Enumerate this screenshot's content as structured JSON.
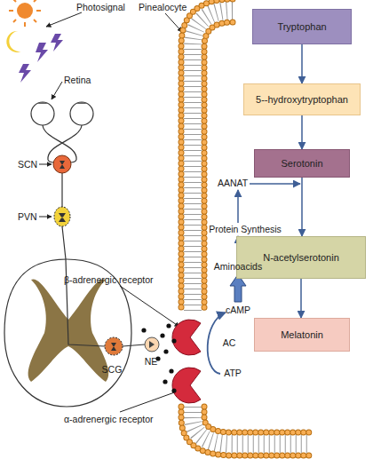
{
  "diagram": {
    "nodes": [
      {
        "text": [
          "Tryptophan"
        ]
      },
      {
        "text": [
          "5--hydroxytryptophan"
        ]
      },
      {
        "text": [
          "Serotonin"
        ]
      },
      {
        "text": [
          "N-acetylserotonin"
        ]
      },
      {
        "text": [
          "Melatonin"
        ]
      }
    ],
    "edges": [
      {
        "from": 0,
        "to": 1,
        "arrow": "to"
      },
      {
        "from": 1,
        "to": 2,
        "arrow": "to"
      },
      {
        "from": 2,
        "to": 3,
        "arrow": "to"
      },
      {
        "from": 3,
        "to": 4,
        "arrow": "to"
      }
    ],
    "labels": [
      "Photosignal",
      "Pinealocyte",
      "Retina",
      "SCN",
      "PVN",
      "SCG",
      "NE",
      "β-adrenergic receptor",
      "α-adrenergic receptor",
      "AANAT",
      "Protein Synthesis",
      "Aminoacids",
      "cAMP",
      "AC",
      "ATP"
    ]
  }
}
